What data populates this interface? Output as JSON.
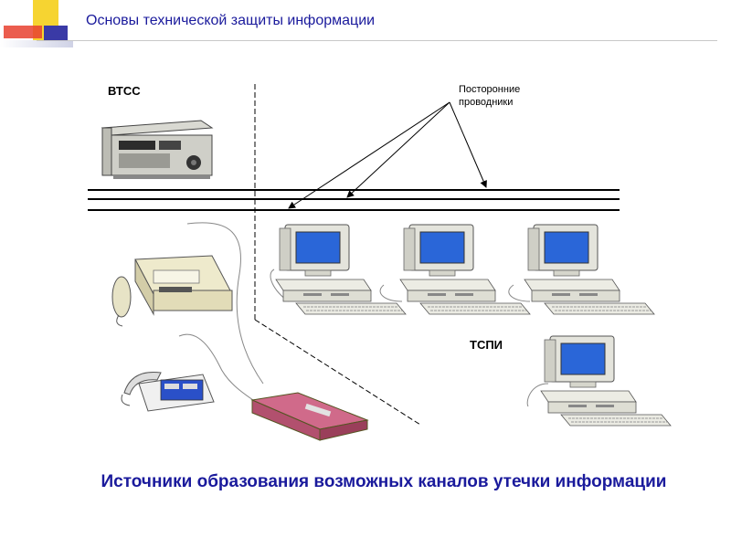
{
  "header": {
    "title": "Основы технической защиты информации"
  },
  "diagram": {
    "btss_label": "ВТСС",
    "foreign_wires_label": "Посторонние проводники",
    "tspi_label": "ТСПИ"
  },
  "caption": {
    "text": "Источники образования возможных каналов утечки информации"
  },
  "colors": {
    "title": "#1a1a9c",
    "deco_yellow": "#f6d431",
    "deco_red": "#e8412f",
    "deco_blue": "#3a3aa6"
  }
}
